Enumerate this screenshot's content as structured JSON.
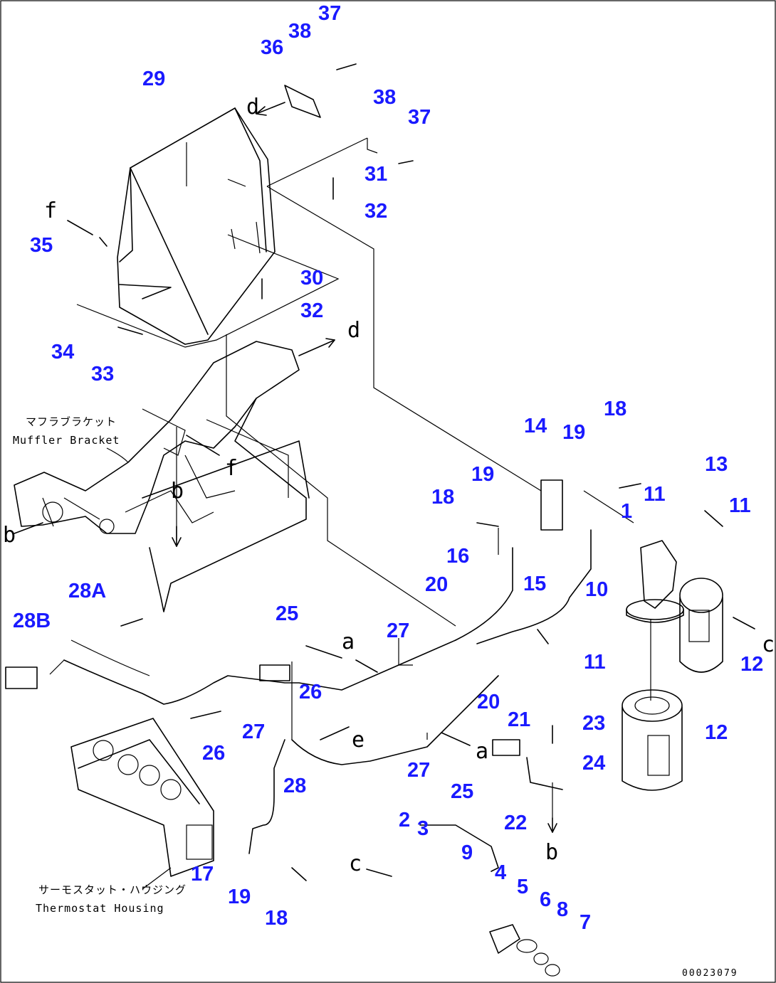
{
  "callouts": [
    {
      "id": "c37a",
      "label": "37"
    },
    {
      "id": "c38a",
      "label": "38"
    },
    {
      "id": "c36",
      "label": "36"
    },
    {
      "id": "c29",
      "label": "29"
    },
    {
      "id": "c38b",
      "label": "38"
    },
    {
      "id": "c37b",
      "label": "37"
    },
    {
      "id": "c31",
      "label": "31"
    },
    {
      "id": "c32a",
      "label": "32"
    },
    {
      "id": "c35",
      "label": "35"
    },
    {
      "id": "c30",
      "label": "30"
    },
    {
      "id": "c32b",
      "label": "32"
    },
    {
      "id": "c34",
      "label": "34"
    },
    {
      "id": "c33",
      "label": "33"
    },
    {
      "id": "c14",
      "label": "14"
    },
    {
      "id": "c18a",
      "label": "18"
    },
    {
      "id": "c19a",
      "label": "19"
    },
    {
      "id": "c13",
      "label": "13"
    },
    {
      "id": "c19b",
      "label": "19"
    },
    {
      "id": "c18b",
      "label": "18"
    },
    {
      "id": "c11a",
      "label": "11"
    },
    {
      "id": "c11b",
      "label": "11"
    },
    {
      "id": "c1",
      "label": "1"
    },
    {
      "id": "c16",
      "label": "16"
    },
    {
      "id": "c15",
      "label": "15"
    },
    {
      "id": "c20a",
      "label": "20"
    },
    {
      "id": "c10",
      "label": "10"
    },
    {
      "id": "c28a",
      "label": "28A"
    },
    {
      "id": "c28b",
      "label": "28B"
    },
    {
      "id": "c25a",
      "label": "25"
    },
    {
      "id": "c27a",
      "label": "27"
    },
    {
      "id": "c11c",
      "label": "11"
    },
    {
      "id": "c12a",
      "label": "12"
    },
    {
      "id": "c26a",
      "label": "26"
    },
    {
      "id": "c20b",
      "label": "20"
    },
    {
      "id": "c21",
      "label": "21"
    },
    {
      "id": "c12b",
      "label": "12"
    },
    {
      "id": "c27b",
      "label": "27"
    },
    {
      "id": "c26b",
      "label": "26"
    },
    {
      "id": "c23",
      "label": "23"
    },
    {
      "id": "c24",
      "label": "24"
    },
    {
      "id": "c28",
      "label": "28"
    },
    {
      "id": "c27c",
      "label": "27"
    },
    {
      "id": "c25b",
      "label": "25"
    },
    {
      "id": "c22",
      "label": "22"
    },
    {
      "id": "c2",
      "label": "2"
    },
    {
      "id": "c3",
      "label": "3"
    },
    {
      "id": "c9",
      "label": "9"
    },
    {
      "id": "c17",
      "label": "17"
    },
    {
      "id": "c4",
      "label": "4"
    },
    {
      "id": "c5",
      "label": "5"
    },
    {
      "id": "c19c",
      "label": "19"
    },
    {
      "id": "c6",
      "label": "6"
    },
    {
      "id": "c8",
      "label": "8"
    },
    {
      "id": "c18c",
      "label": "18"
    },
    {
      "id": "c7",
      "label": "7"
    }
  ],
  "letters": [
    {
      "id": "l_d1",
      "label": "d"
    },
    {
      "id": "l_f1",
      "label": "f"
    },
    {
      "id": "l_d2",
      "label": "d"
    },
    {
      "id": "l_f2",
      "label": "f"
    },
    {
      "id": "l_b1",
      "label": "b"
    },
    {
      "id": "l_b2",
      "label": "b"
    },
    {
      "id": "l_c1",
      "label": "c"
    },
    {
      "id": "l_a1",
      "label": "a"
    },
    {
      "id": "l_e1",
      "label": "e"
    },
    {
      "id": "l_a2",
      "label": "a"
    },
    {
      "id": "l_b3",
      "label": "b"
    },
    {
      "id": "l_c2",
      "label": "c"
    }
  ],
  "annotations": {
    "muffler_jp": "マフラブラケット",
    "muffler_en": "Muffler Bracket",
    "thermostat_jp": "サーモスタット・ハウジング",
    "thermostat_en": "Thermostat Housing"
  },
  "drawing_ref": "00023079"
}
